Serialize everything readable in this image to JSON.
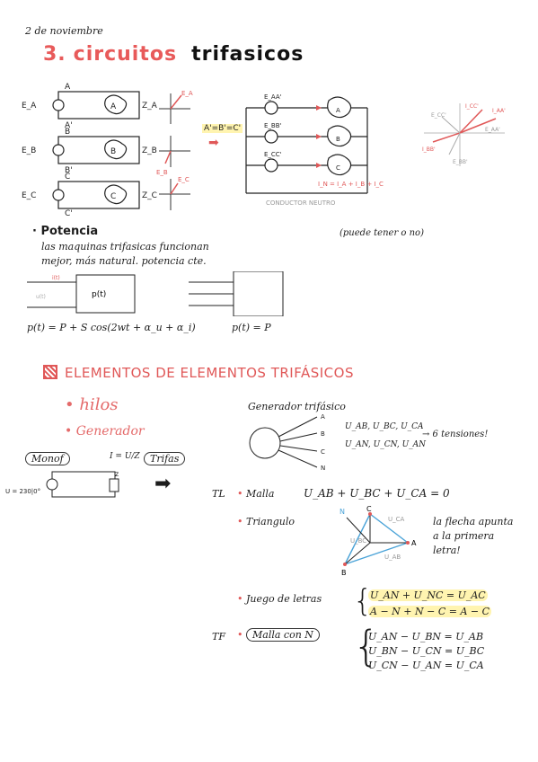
{
  "header": {
    "date": "2 de noviembre",
    "number": "3.",
    "title_word1": "circuitos",
    "title_word2": "trifasicos"
  },
  "circuits_top": {
    "labels_left": [
      "E_A",
      "E_B",
      "E_C"
    ],
    "node_labels": [
      "A",
      "A'",
      "B",
      "B'",
      "C",
      "C'"
    ],
    "impedances": [
      "Z_A",
      "Z_B",
      "Z_C"
    ],
    "loads": [
      "A",
      "B",
      "C"
    ],
    "phasor_small": [
      "E_A",
      "E_B",
      "E_C"
    ],
    "three_phase": {
      "sources": [
        "E_AA'",
        "E_BB'",
        "E_CC'"
      ],
      "junction": "A'=B'=C'",
      "neutral_eq": "I_N = I_A + I_B + I_C",
      "neutral_label": "CONDUCTOR NEUTRO",
      "note": "(puede tener o no)",
      "phasors": [
        "I_CC'",
        "I_AA'",
        "E_AA'",
        "E_CC'",
        "I_BB'",
        "E_BB'"
      ]
    }
  },
  "potencia": {
    "heading": "Potencia",
    "text_line1": "las maquinas trifasicas funcionan",
    "text_line2": "mejor, más natural. potencia cte.",
    "mono_box": "p(t)",
    "mono_current": "i(t)",
    "mono_voltage": "u(t)",
    "mono_eq": "p(t) = P + S cos(2wt + α_u + α_i)",
    "tri_eq": "p(t) = P"
  },
  "section2": {
    "heading": "ELEMENTOS DE ELEMENTOS TRIFÁSICOS",
    "hilos": "hilos",
    "generador": "Generador",
    "mono_label": "Monof",
    "tri_label": "Trifas",
    "ohm": "I = U/Z",
    "source_value": "U = 230|0°",
    "impedance": "Z",
    "gen_title": "Generador trifásico",
    "gen_terminals": [
      "A",
      "B",
      "C",
      "N"
    ],
    "tensions_line1": "U_AB, U_BC, U_CA",
    "tensions_line2": "U_AN, U_CN, U_AN",
    "tensions_note": "→ 6 tensiones!",
    "tl": "TL",
    "malla": "Malla",
    "malla_eq": "U_AB + U_BC + U_CA = 0",
    "triangulo": "Triangulo",
    "tri_labels": [
      "N",
      "C",
      "A",
      "B",
      "U_CA",
      "U_AB",
      "U_BC"
    ],
    "tri_note1": "la flecha apunta",
    "tri_note2": "a la primera",
    "tri_note3": "letra!",
    "juego": "Juego de letras",
    "juego_eq1": "U_AN + U_NC = U_AC",
    "juego_eq2": "A − N + N − C = A − C",
    "tf": "TF",
    "malla_n": "Malla con N",
    "tf_eq1": "U_AN − U_BN = U_AB",
    "tf_eq2": "U_BN − U_CN = U_BC",
    "tf_eq3": "U_CN − U_AN = U_CA"
  },
  "colors": {
    "accent": "#e05858",
    "phasor_blue": "#4aa3d8",
    "highlight": "#fff4b0"
  }
}
